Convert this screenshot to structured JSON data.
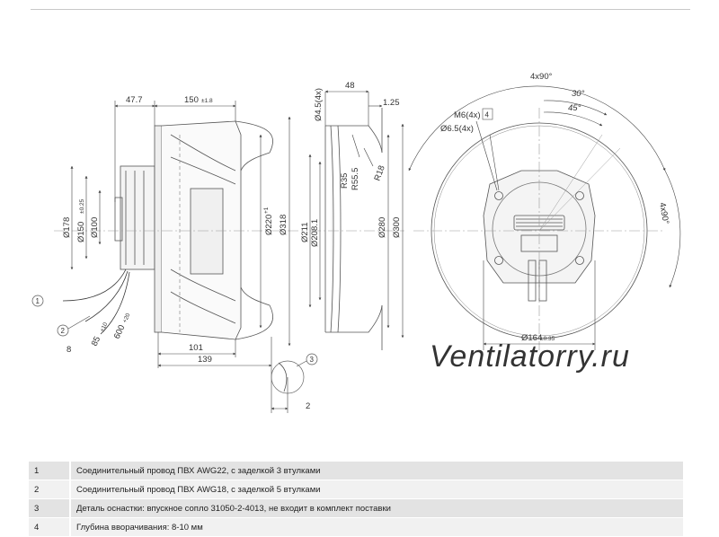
{
  "drawing": {
    "side": {
      "d47": "47.7",
      "d150": "150",
      "d150tol": "±1.8",
      "d178": "Ø178",
      "d150b": "Ø150",
      "d150btol": "±0.25",
      "d100": "Ø100",
      "d220": "Ø220",
      "d220tol": "+1",
      "d318": "Ø318",
      "d101": "101",
      "d139": "139",
      "d85": "85",
      "d85tol": "±10",
      "d600": "600",
      "d600tol": "+20",
      "d8": "8",
      "d2": "2"
    },
    "nozzle": {
      "d45": "Ø4.5(4x)",
      "d48": "48",
      "d125": "1.25",
      "d211": "Ø211",
      "d2081": "Ø208.1",
      "r35": "R35",
      "r555": "R55.5",
      "r18": "R18",
      "d280": "Ø280",
      "d300": "Ø300"
    },
    "front": {
      "a4x90top": "4x90°",
      "a4x90right": "4x90°",
      "a30": "30°",
      "a45": "45°",
      "m6": "M6(4x)",
      "d65": "Ø6.5(4x)",
      "d164": "Ø164",
      "d164tol": "±0.35"
    },
    "callouts": [
      "1",
      "2",
      "3",
      "4"
    ],
    "watermark": "Ventilatorry.ru"
  },
  "legend": [
    {
      "num": "1",
      "text": "Соединительный провод ПВХ AWG22, с заделкой 3 втулками"
    },
    {
      "num": "2",
      "text": "Соединительный провод ПВХ AWG18, с заделкой 5 втулками"
    },
    {
      "num": "3",
      "text": "Деталь оснастки: впускное сопло 31050-2-4013, не входит в комплект поставки"
    },
    {
      "num": "4",
      "text": "Глубина вворачивания: 8-10 мм"
    }
  ]
}
